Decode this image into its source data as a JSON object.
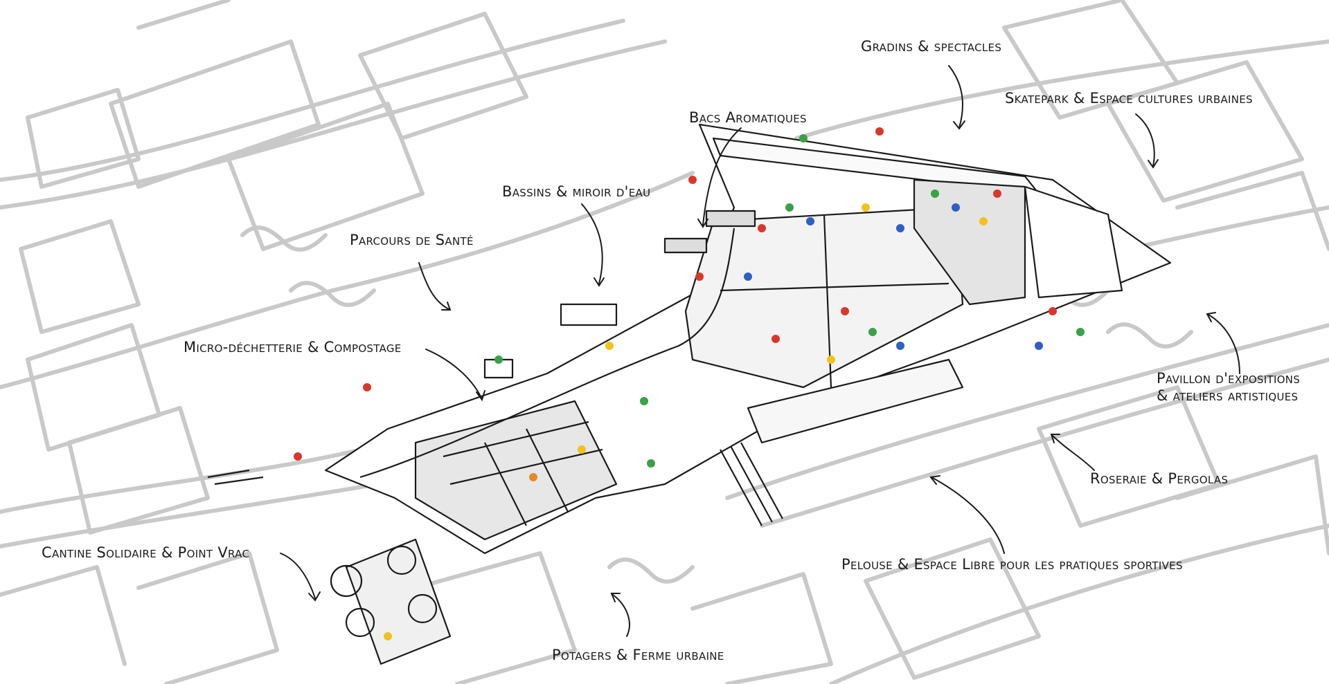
{
  "labels": {
    "gradins": "Gradins & spectacles",
    "skatepark": "Skatepark & Espace cultures urbaines",
    "bacs": "Bacs Aromatiques",
    "bassins": "Bassins & miroir d'eau",
    "parcours": "Parcours de Santé",
    "microdechetterie": "Micro-déchetterie & Compostage",
    "pavillon_line1": "Pavillon d'expositions",
    "pavillon_line2": "& ateliers artistiques",
    "roseraie": "Roseraie & Pergolas",
    "pelouse": "Pelouse & Espace Libre pour les pratiques sportives",
    "cantine": "Cantine Solidaire & Point Vrac",
    "potagers": "Potagers & Ferme urbaine"
  },
  "colors": {
    "background_city": "#c9c9c9",
    "ink": "#1a1a1a",
    "people_red": "#d8382b",
    "people_green": "#3aa146",
    "people_blue": "#2f5fc4",
    "people_yellow": "#f1c21b",
    "people_orange": "#e58a24"
  }
}
